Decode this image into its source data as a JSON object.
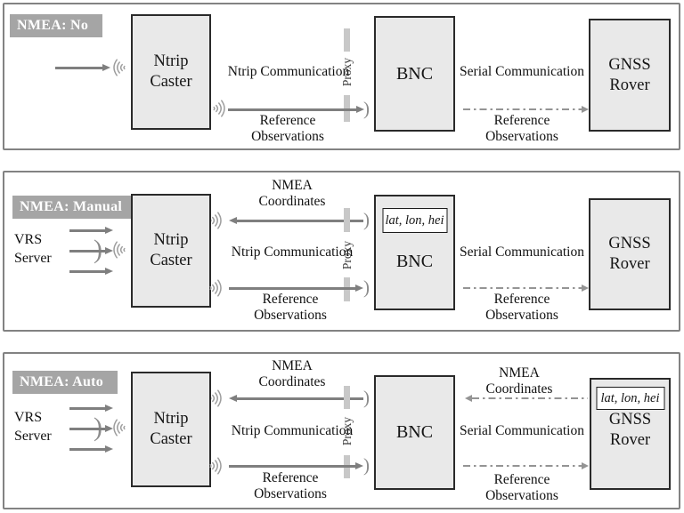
{
  "colors": {
    "panel_border": "#828282",
    "box_fill": "#e9e9e9",
    "box_border": "#2a2a2a",
    "badge_bg": "#a5a5a5",
    "badge_text": "#ffffff",
    "arrow": "#7f7f7f",
    "dash_dot_line": "#949494",
    "proxy_bar": "#c8c8c8",
    "wireless_icon": "#9e9e9e"
  },
  "glyphs": {
    "arc": ")"
  },
  "panels": [
    {
      "badge": "NMEA: No",
      "caster": "Ntrip Caster",
      "bnc": "BNC",
      "rover": "GNSS Rover",
      "proxy": "Proxy",
      "ntrip_communication": "Ntrip Communication",
      "reference_observations_left": "Reference Observations",
      "serial_communication": "Serial Communication",
      "reference_observations_right": "Reference Observations"
    },
    {
      "badge": "NMEA: Manual",
      "vrs_server": "VRS Server",
      "nmea_coordinates_left": "NMEA Coordinates",
      "caster": "Ntrip Caster",
      "bnc": "BNC",
      "bnc_coords": "lat, lon, hei",
      "rover": "GNSS Rover",
      "proxy": "Proxy",
      "ntrip_communication": "Ntrip Communication",
      "reference_observations_left": "Reference Observations",
      "serial_communication": "Serial Communication",
      "reference_observations_right": "Reference Observations"
    },
    {
      "badge": "NMEA: Auto",
      "vrs_server": "VRS Server",
      "nmea_coordinates_left": "NMEA Coordinates",
      "nmea_coordinates_right": "NMEA Coordinates",
      "caster": "Ntrip Caster",
      "bnc": "BNC",
      "rover": "GNSS Rover",
      "rover_coords": "lat, lon, hei",
      "proxy": "Proxy",
      "ntrip_communication": "Ntrip Communication",
      "reference_observations_left": "Reference Observations",
      "serial_communication": "Serial Communication",
      "reference_observations_right": "Reference Observations"
    }
  ]
}
